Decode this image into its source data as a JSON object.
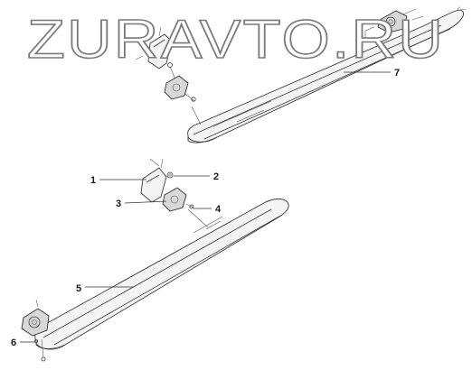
{
  "watermark": {
    "text": "ZURAVTO.RU"
  },
  "corner_mark": {
    "text": "r'—"
  },
  "callouts": [
    {
      "id": "1",
      "label": "1"
    },
    {
      "id": "2",
      "label": "2"
    },
    {
      "id": "3",
      "label": "3"
    },
    {
      "id": "4",
      "label": "4"
    },
    {
      "id": "5",
      "label": "5"
    },
    {
      "id": "6",
      "label": "6"
    },
    {
      "id": "7",
      "label": "7"
    }
  ],
  "colors": {
    "line": "#3a3a3a",
    "watermark_stroke": "#7a7a7a",
    "background": "#ffffff"
  }
}
